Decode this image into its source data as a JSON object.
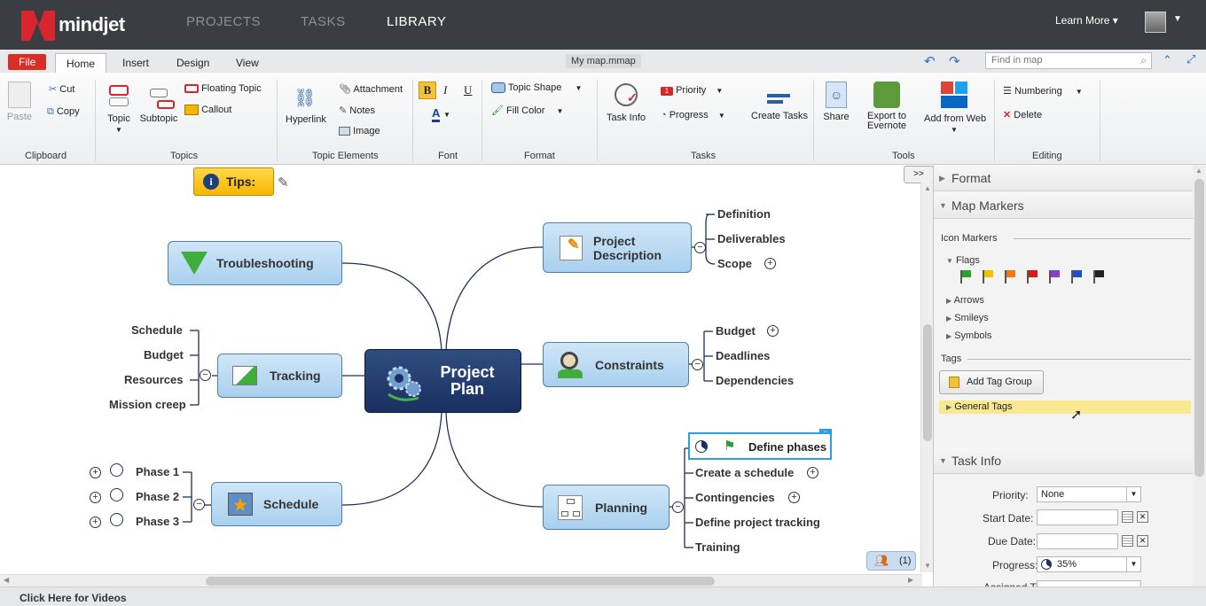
{
  "app": {
    "brand": "mindjet",
    "nav": [
      "PROJECTS",
      "TASKS",
      "LIBRARY"
    ],
    "learn_more": "Learn More",
    "doc_title": "My map.mmap",
    "search_placeholder": "Find in map"
  },
  "ribbon": {
    "tabs": [
      "File",
      "Home",
      "Insert",
      "Design",
      "View"
    ],
    "clipboard": {
      "paste": "Paste",
      "cut": "Cut",
      "copy": "Copy",
      "label": "Clipboard"
    },
    "topics": {
      "topic": "Topic",
      "subtopic": "Subtopic",
      "floating": "Floating Topic",
      "callout": "Callout",
      "label": "Topics"
    },
    "elements": {
      "hyperlink": "Hyperlink",
      "attachment": "Attachment",
      "notes": "Notes",
      "image": "Image",
      "label": "Topic Elements"
    },
    "font": {
      "bold": "B",
      "italic": "I",
      "underline": "U",
      "color": "A",
      "label": "Font"
    },
    "format": {
      "shape": "Topic Shape",
      "fill": "Fill Color",
      "label": "Format"
    },
    "tasks": {
      "info": "Task Info",
      "priority": "Priority",
      "progress": "Progress",
      "create": "Create Tasks",
      "label": "Tasks"
    },
    "tools": {
      "share": "Share",
      "evernote1": "Export to",
      "evernote2": "Evernote",
      "web": "Add from Web",
      "label": "Tools"
    },
    "editing": {
      "numbering": "Numbering",
      "delete": "Delete",
      "label": "Editing"
    }
  },
  "map": {
    "tips": "Tips:",
    "collapse": ">>",
    "central1": "Project",
    "central2": "Plan",
    "troubleshooting": "Troubleshooting",
    "tracking": "Tracking",
    "schedule": "Schedule",
    "project_desc1": "Project",
    "project_desc2": "Description",
    "constraints": "Constraints",
    "planning": "Planning",
    "tracking_subs": [
      "Schedule",
      "Budget",
      "Resources",
      "Mission creep"
    ],
    "schedule_subs": [
      "Phase 1",
      "Phase 2",
      "Phase 3"
    ],
    "desc_subs": [
      "Definition",
      "Deliverables",
      "Scope"
    ],
    "constraint_subs": [
      "Budget",
      "Deadlines",
      "Dependencies"
    ],
    "planning_subs": [
      "Define phases",
      "Create a schedule",
      "Contingencies",
      "Define project tracking",
      "Training"
    ],
    "users_count": "(1)"
  },
  "panel": {
    "format": "Format",
    "map_markers": "Map Markers",
    "icon_markers": "Icon Markers",
    "flags": "Flags",
    "arrows": "Arrows",
    "smileys": "Smileys",
    "symbols": "Symbols",
    "tags": "Tags",
    "add_tag": "Add Tag Group",
    "general_tags": "General Tags",
    "task_info": "Task Info",
    "priority_label": "Priority:",
    "priority_value": "None",
    "start_label": "Start Date:",
    "due_label": "Due Date:",
    "progress_label": "Progress:",
    "progress_value": "35%",
    "assigned_label": "Assigned To:",
    "flag_colors": [
      "#2e9e2e",
      "#f2c200",
      "#f07a10",
      "#d61b1b",
      "#8a3fc9",
      "#1f4fc4",
      "#222222"
    ]
  },
  "footer": {
    "videos": "Click Here for Videos"
  }
}
